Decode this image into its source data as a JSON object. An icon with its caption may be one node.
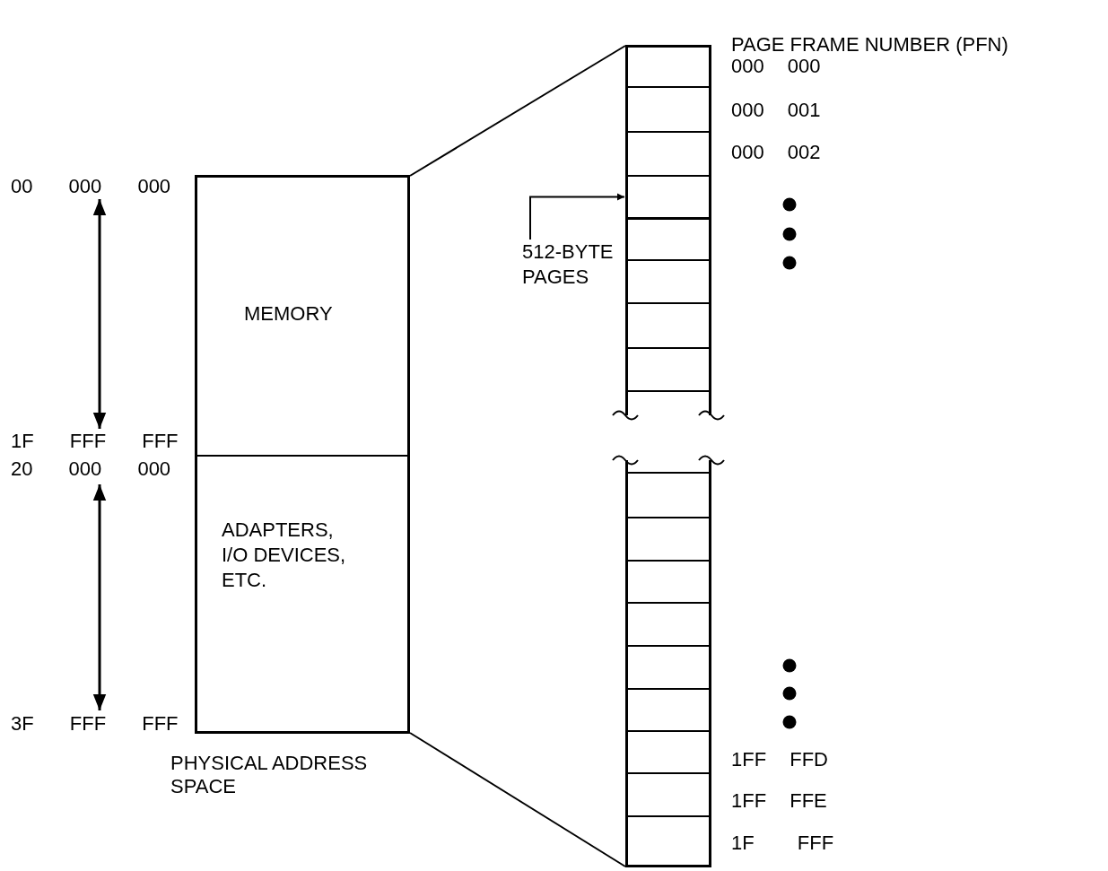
{
  "diagram": {
    "nodes": [
      {
        "text": [
          "PHYSICAL ADDRESS SPACE"
        ]
      },
      {
        "text": [
          "MEMORY"
        ],
        "in": 0
      },
      {
        "text": [
          "ADAPTERS, I/O DEVICES, ETC."
        ],
        "in": 0
      },
      {
        "text": [],
        "shape": "bar"
      },
      {
        "text": [
          "512-BYTE PAGES"
        ]
      },
      {
        "text": [],
        "shape": "box",
        "in": 3
      }
    ],
    "edges": [
      {
        "from": 0,
        "to": 3,
        "arrow": "none"
      },
      {
        "from": 0,
        "to": 3,
        "arrow": "none"
      },
      {
        "from": 4,
        "to": 5,
        "arrow": "to"
      }
    ],
    "labels": [
      "PAGE FRAME NUMBER (PFN)",
      "000 000",
      "000 001",
      "000 002",
      "00 000 000",
      "1F FFF FFF",
      "20 000 000",
      "3F FFF FFF",
      "1FF FFD",
      "1FF FFE",
      "1F FFF"
    ]
  }
}
